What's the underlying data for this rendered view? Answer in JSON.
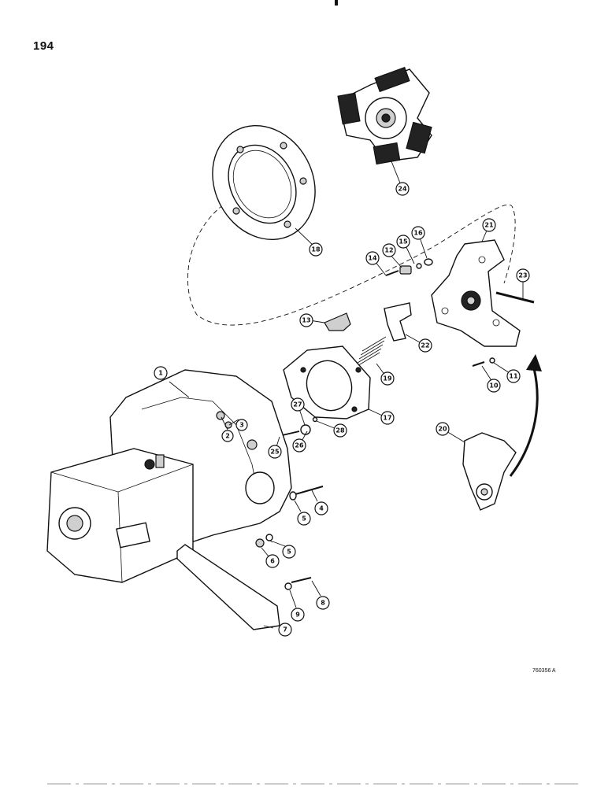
{
  "page": {
    "number": "194",
    "drawing_ref": "760356 A"
  },
  "callouts": [
    {
      "id": "c1",
      "label": "1"
    },
    {
      "id": "c2",
      "label": "2"
    },
    {
      "id": "c3",
      "label": "3"
    },
    {
      "id": "c4",
      "label": "4"
    },
    {
      "id": "c5a",
      "label": "5"
    },
    {
      "id": "c5b",
      "label": "5"
    },
    {
      "id": "c6",
      "label": "6"
    },
    {
      "id": "c7",
      "label": "7"
    },
    {
      "id": "c8",
      "label": "8"
    },
    {
      "id": "c9",
      "label": "9"
    },
    {
      "id": "c10",
      "label": "10"
    },
    {
      "id": "c11",
      "label": "11"
    },
    {
      "id": "c12",
      "label": "12"
    },
    {
      "id": "c13",
      "label": "13"
    },
    {
      "id": "c14",
      "label": "14"
    },
    {
      "id": "c15",
      "label": "15"
    },
    {
      "id": "c16",
      "label": "16"
    },
    {
      "id": "c17",
      "label": "17"
    },
    {
      "id": "c18",
      "label": "18"
    },
    {
      "id": "c19",
      "label": "19"
    },
    {
      "id": "c20",
      "label": "20"
    },
    {
      "id": "c21",
      "label": "21"
    },
    {
      "id": "c22",
      "label": "22"
    },
    {
      "id": "c23",
      "label": "23"
    },
    {
      "id": "c24",
      "label": "24"
    },
    {
      "id": "c25",
      "label": "25"
    },
    {
      "id": "c26",
      "label": "26"
    },
    {
      "id": "c27",
      "label": "27"
    },
    {
      "id": "c28",
      "label": "28"
    }
  ]
}
